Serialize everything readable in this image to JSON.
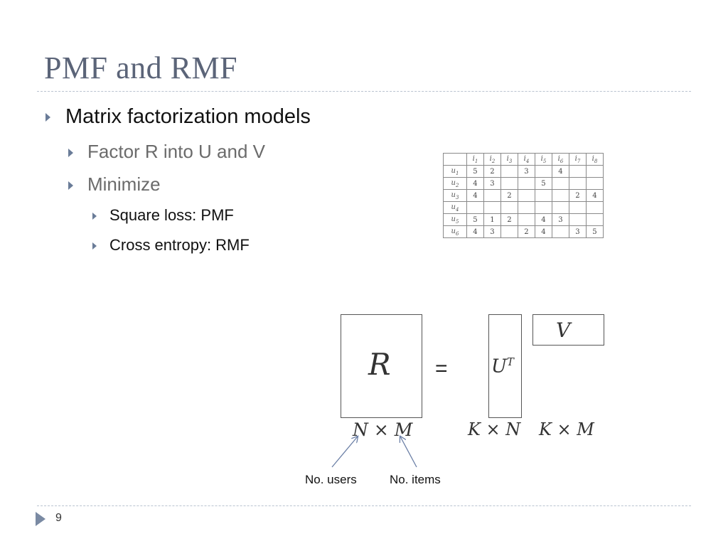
{
  "slide": {
    "title": "PMF and RMF",
    "page_number": "9"
  },
  "bullets": {
    "l1": "Matrix factorization models",
    "l2a": "Factor R into U and V",
    "l2b": "Minimize",
    "l3a": "Square loss: PMF",
    "l3b": "Cross entropy: RMF"
  },
  "ratings_table": {
    "header": [
      "",
      "i1",
      "i2",
      "i3",
      "i4",
      "i5",
      "i6",
      "i7",
      "i8"
    ],
    "rows": [
      [
        "u1",
        "5",
        "2",
        "",
        "3",
        "",
        "4",
        "",
        ""
      ],
      [
        "u2",
        "4",
        "3",
        "",
        "",
        "5",
        "",
        "",
        ""
      ],
      [
        "u3",
        "4",
        "",
        "2",
        "",
        "",
        "",
        "2",
        "4"
      ],
      [
        "u4",
        "",
        "",
        "",
        "",
        "",
        "",
        "",
        ""
      ],
      [
        "u5",
        "5",
        "1",
        "2",
        "",
        "4",
        "3",
        "",
        ""
      ],
      [
        "u6",
        "4",
        "3",
        "",
        "2",
        "4",
        "",
        "3",
        "5"
      ]
    ]
  },
  "diagram": {
    "r_label": "R",
    "equals": "=",
    "ut_label": "U",
    "ut_sup": "T",
    "v_label": "V",
    "r_dims": "N × M",
    "ut_dims": "K × N",
    "v_dims": "K × M",
    "users_caption": "No. users",
    "items_caption": "No. items"
  }
}
